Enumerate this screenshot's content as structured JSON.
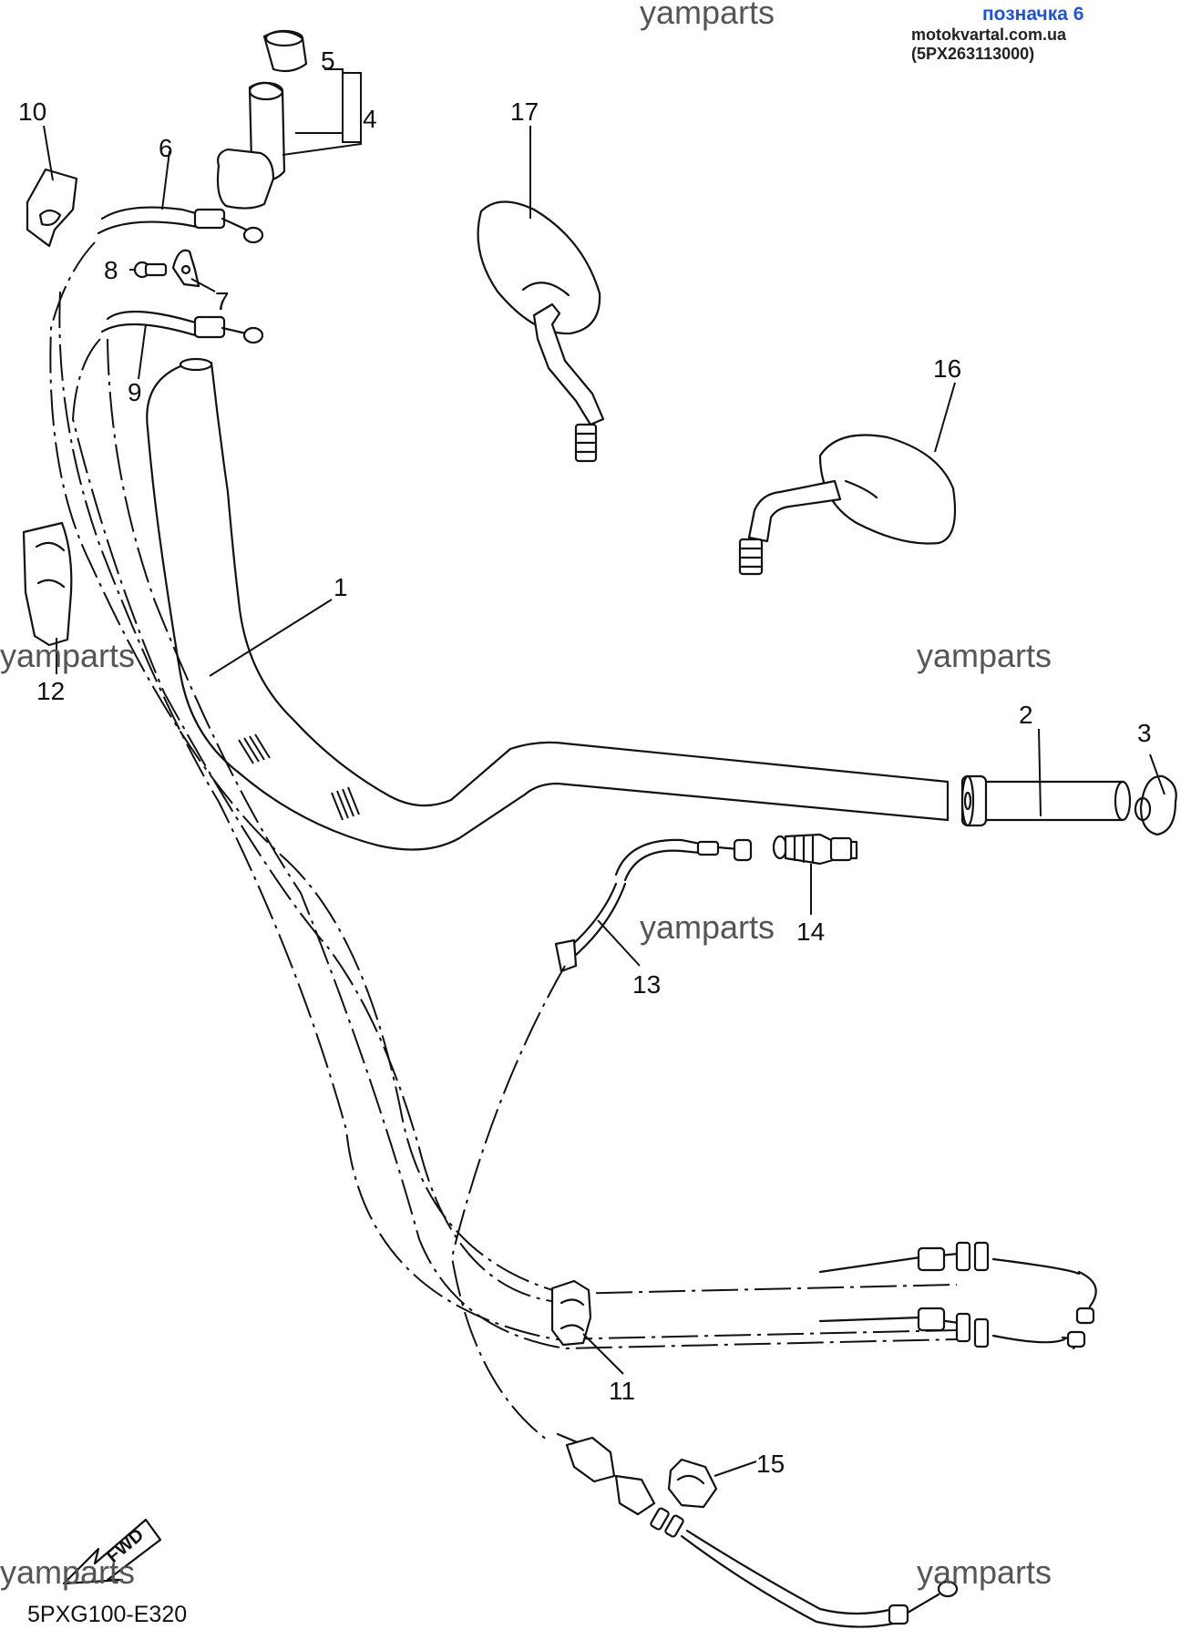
{
  "header": {
    "marker": "позначка 6",
    "source": "motokvartal.com.ua (5PX263113000)"
  },
  "diagram_code": "5PXG100-E320",
  "watermark": "yamparts",
  "fwd_arrow": "FWD",
  "parts": {
    "p1": "1",
    "p2": "2",
    "p3": "3",
    "p4": "4",
    "p5": "5",
    "p6": "6",
    "p7": "7",
    "p8": "8",
    "p9": "9",
    "p10": "10",
    "p11": "11",
    "p12": "12",
    "p13": "13",
    "p14": "14",
    "p15": "15",
    "p16": "16",
    "p17": "17"
  },
  "colors": {
    "header_blue": "#2255cc",
    "line": "#111111",
    "watermark": "#555555"
  }
}
